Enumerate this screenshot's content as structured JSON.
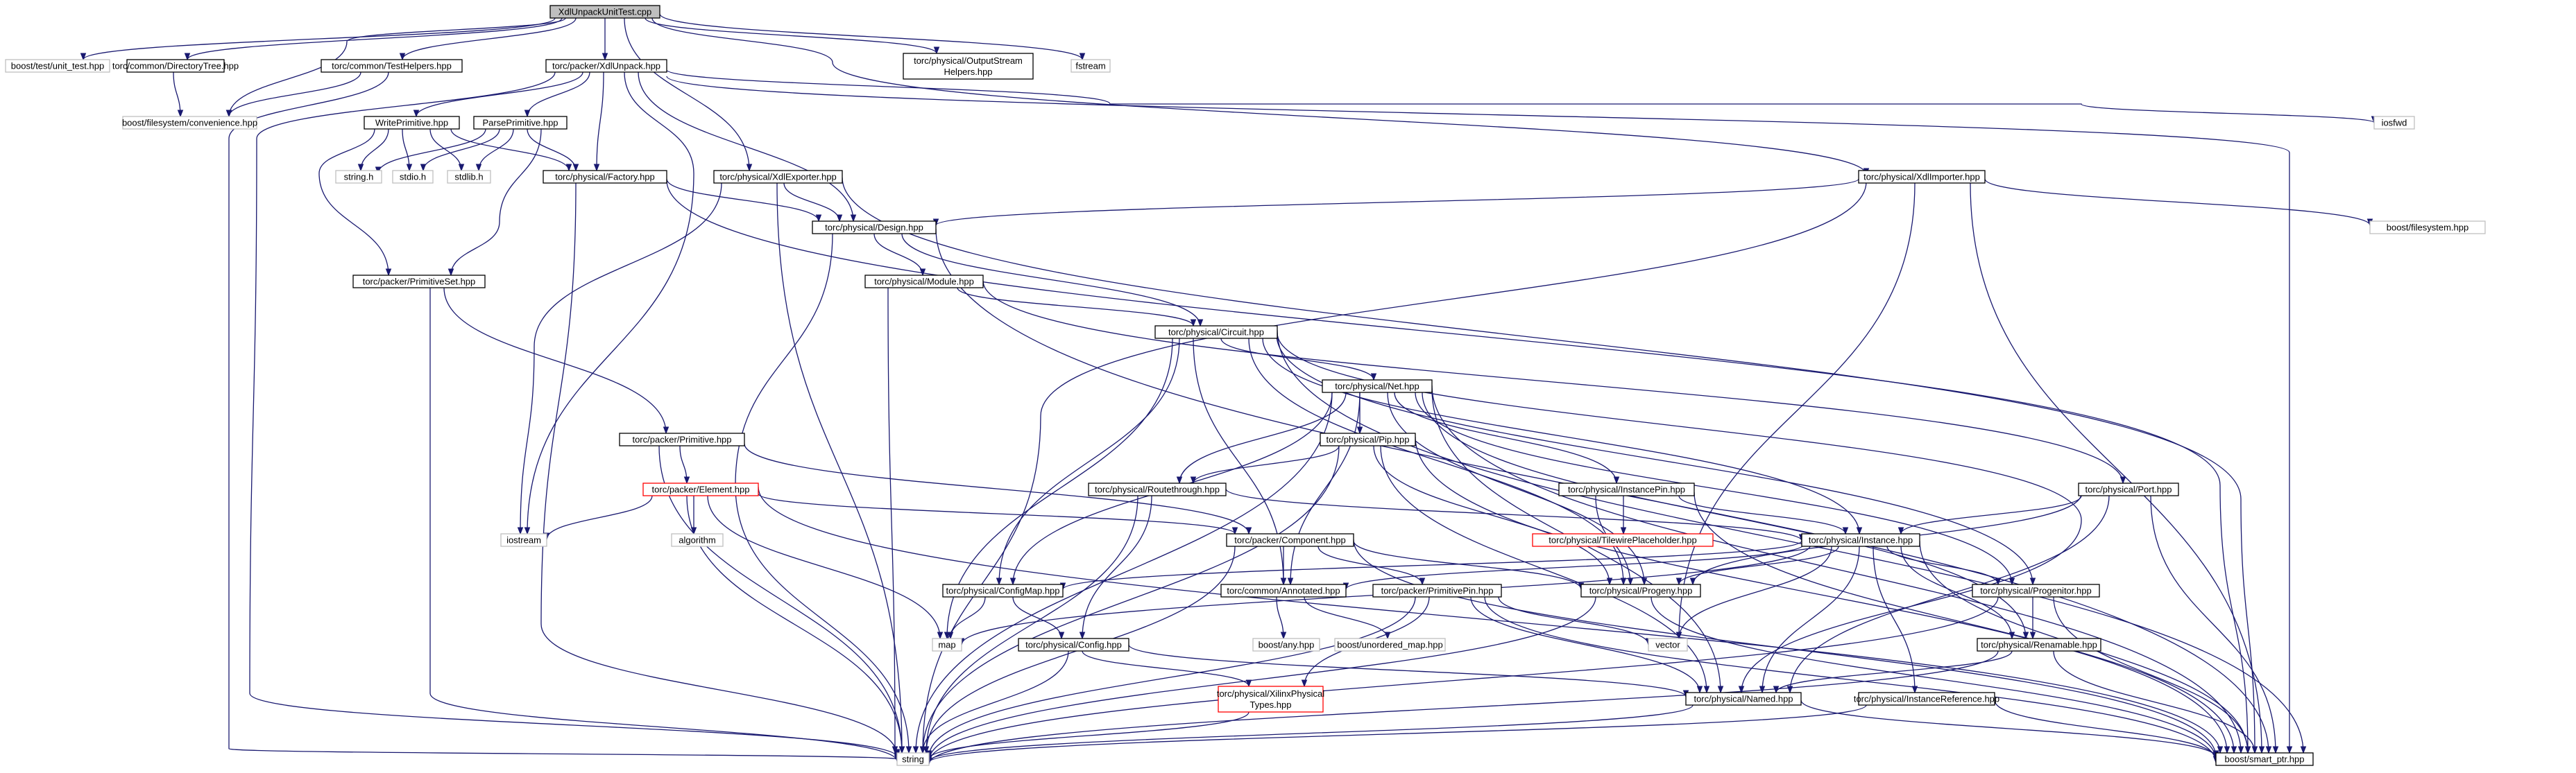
{
  "colors": {
    "edge": "#191970",
    "node_border": "#000000",
    "external_border": "#bfbfbf",
    "missing_border": "#ff0000",
    "root_fill": "#bfbfbf"
  },
  "nodes": {
    "root": [
      "XdlUnpackUnitTest.cpp"
    ],
    "unit_test": [
      "boost/test/unit_test.hpp"
    ],
    "dirtree": [
      "torc/common/DirectoryTree.hpp"
    ],
    "testhelpers": [
      "torc/common/TestHelpers.hpp"
    ],
    "xdlunpack": [
      "torc/packer/XdlUnpack.hpp"
    ],
    "ostream_helpers": [
      "torc/physical/OutputStream",
      "Helpers.hpp"
    ],
    "fstream": [
      "fstream"
    ],
    "fs_convenience": [
      "boost/filesystem/convenience.hpp"
    ],
    "iosfwd": [
      "iosfwd"
    ],
    "writeprim": [
      "WritePrimitive.hpp"
    ],
    "parseprim": [
      "ParsePrimitive.hpp"
    ],
    "string_h": [
      "string.h"
    ],
    "stdio_h": [
      "stdio.h"
    ],
    "stdlib_h": [
      "stdlib.h"
    ],
    "factory": [
      "torc/physical/Factory.hpp"
    ],
    "xdlexporter": [
      "torc/physical/XdlExporter.hpp"
    ],
    "xdlimporter": [
      "torc/physical/XdlImporter.hpp"
    ],
    "boost_filesystem": [
      "boost/filesystem.hpp"
    ],
    "design": [
      "torc/physical/Design.hpp"
    ],
    "primset": [
      "torc/packer/PrimitiveSet.hpp"
    ],
    "module": [
      "torc/physical/Module.hpp"
    ],
    "circuit": [
      "torc/physical/Circuit.hpp"
    ],
    "net": [
      "torc/physical/Net.hpp"
    ],
    "primitive": [
      "torc/packer/Primitive.hpp"
    ],
    "pip": [
      "torc/physical/Pip.hpp"
    ],
    "element": [
      "torc/packer/Element.hpp"
    ],
    "routethrough": [
      "torc/physical/Routethrough.hpp"
    ],
    "instancepin": [
      "torc/physical/InstancePin.hpp"
    ],
    "port": [
      "torc/physical/Port.hpp"
    ],
    "iostream": [
      "iostream"
    ],
    "algorithm": [
      "algorithm"
    ],
    "tilewire": [
      "torc/physical/TilewirePlaceholder.hpp"
    ],
    "instance": [
      "torc/physical/Instance.hpp"
    ],
    "component": [
      "torc/packer/Component.hpp"
    ],
    "configmap": [
      "torc/physical/ConfigMap.hpp"
    ],
    "annotated": [
      "torc/common/Annotated.hpp"
    ],
    "primpin": [
      "torc/packer/PrimitivePin.hpp"
    ],
    "progeny": [
      "torc/physical/Progeny.hpp"
    ],
    "progenitor": [
      "torc/physical/Progenitor.hpp"
    ],
    "map": [
      "map"
    ],
    "vector": [
      "vector"
    ],
    "boost_any": [
      "boost/any.hpp"
    ],
    "unordered_map": [
      "boost/unordered_map.hpp"
    ],
    "config": [
      "torc/physical/Config.hpp"
    ],
    "renamable": [
      "torc/physical/Renamable.hpp"
    ],
    "xilinxtypes": [
      "torc/physical/XilinxPhysical",
      "Types.hpp"
    ],
    "named": [
      "torc/physical/Named.hpp"
    ],
    "instanceref": [
      "torc/physical/InstanceReference.hpp"
    ],
    "string": [
      "string"
    ],
    "smart_ptr": [
      "boost/smart_ptr.hpp"
    ]
  }
}
